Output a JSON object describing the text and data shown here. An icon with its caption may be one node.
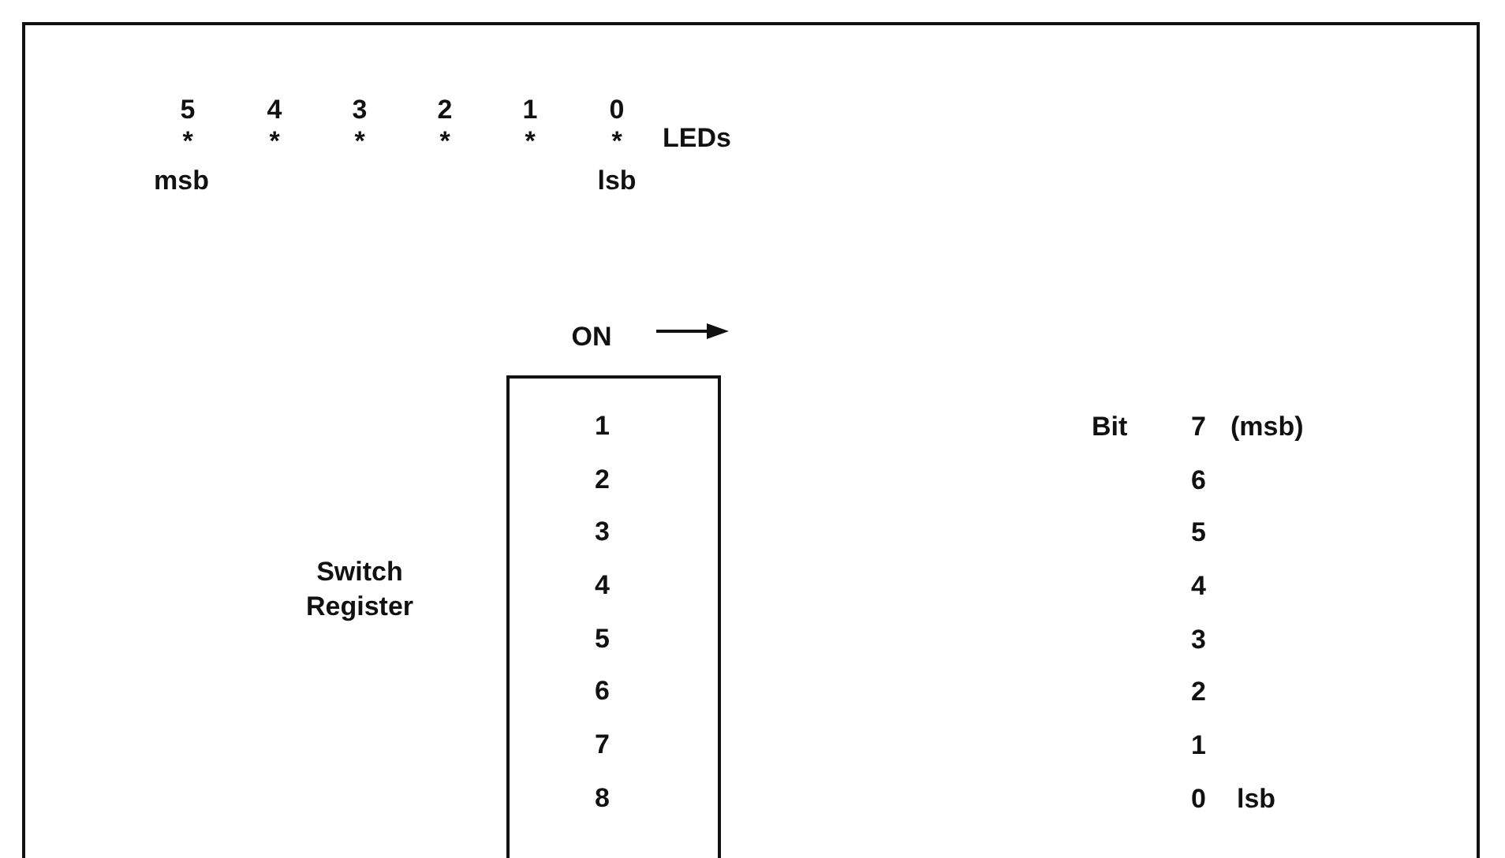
{
  "diagram": {
    "nodes": [
      {
        "text": [
          "1",
          "2",
          "3",
          "4",
          "5",
          "6",
          "7",
          "8"
        ]
      }
    ],
    "labels": [
      "5",
      "4",
      "3",
      "2",
      "1",
      "0",
      "*",
      "*",
      "*",
      "*",
      "*",
      "*",
      "LEDs",
      "msb",
      "lsb",
      "ON",
      "Switch Register",
      "Bit",
      "7",
      "(msb)",
      "6",
      "5",
      "4",
      "3",
      "2",
      "1",
      "0",
      "lsb"
    ]
  }
}
